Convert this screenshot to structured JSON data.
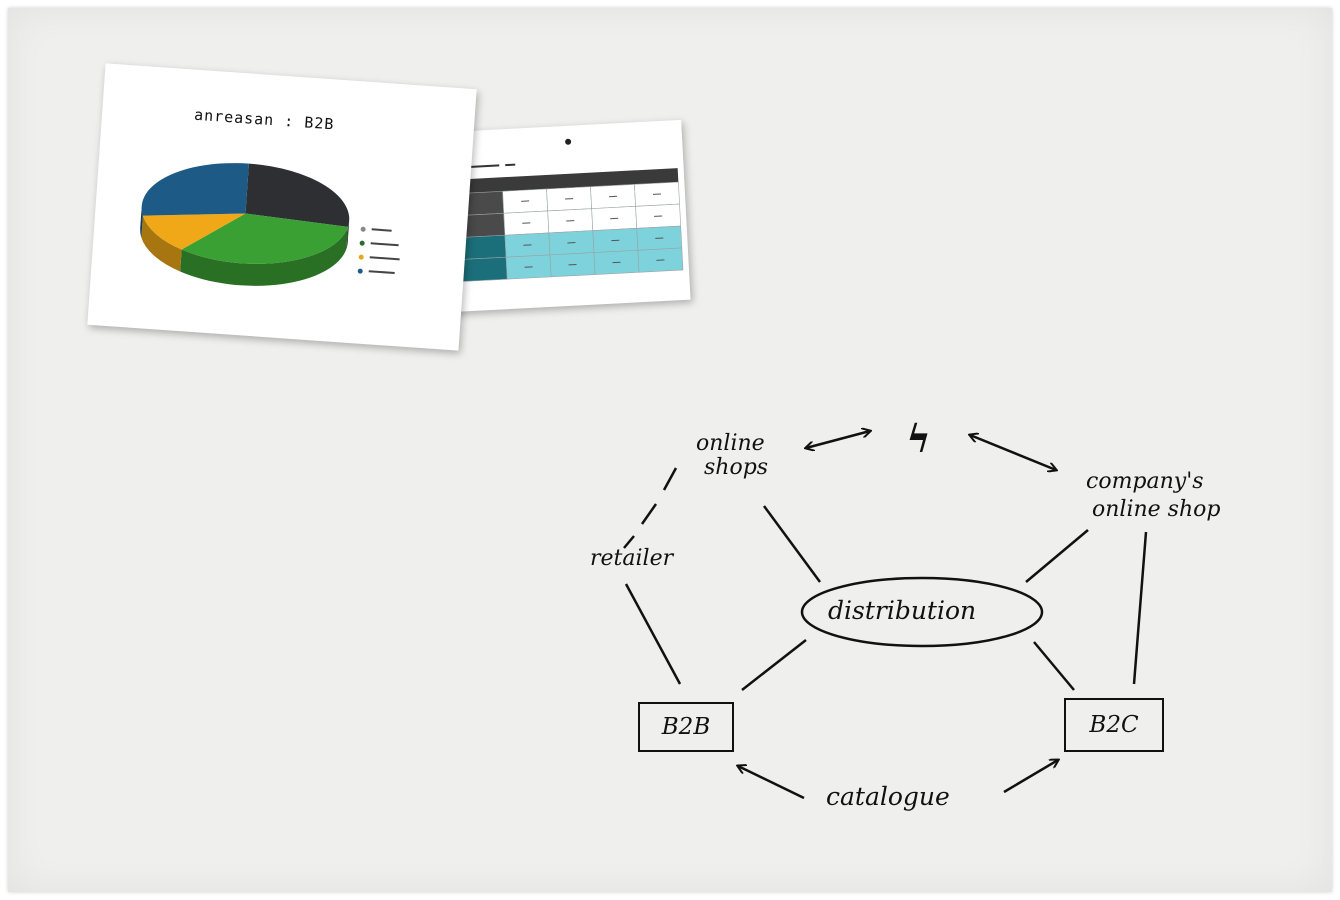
{
  "chart_card": {
    "title": "anreasan : B2B",
    "slices": [
      {
        "color": "#2d2f33",
        "value": 27
      },
      {
        "color": "#3aa033",
        "value": 33
      },
      {
        "color": "#f0a818",
        "value": 12
      },
      {
        "color": "#1e5a86",
        "value": 28
      }
    ],
    "legend_colors": [
      "#888888",
      "#2d6b2d",
      "#e6a817",
      "#1e5a86"
    ]
  },
  "table_card": {
    "accent": "#7ed2dc",
    "header_color": "#3a3a3a"
  },
  "diagram": {
    "center": "distribution",
    "online_shops_line1": "online",
    "online_shops_line2": "shops",
    "company_shop_line1": "company's",
    "company_shop_line2": "online shop",
    "retailer": "retailer",
    "b2b": "B2B",
    "b2c": "B2C",
    "catalogue": "catalogue",
    "conflict_symbol": "ϟ"
  }
}
